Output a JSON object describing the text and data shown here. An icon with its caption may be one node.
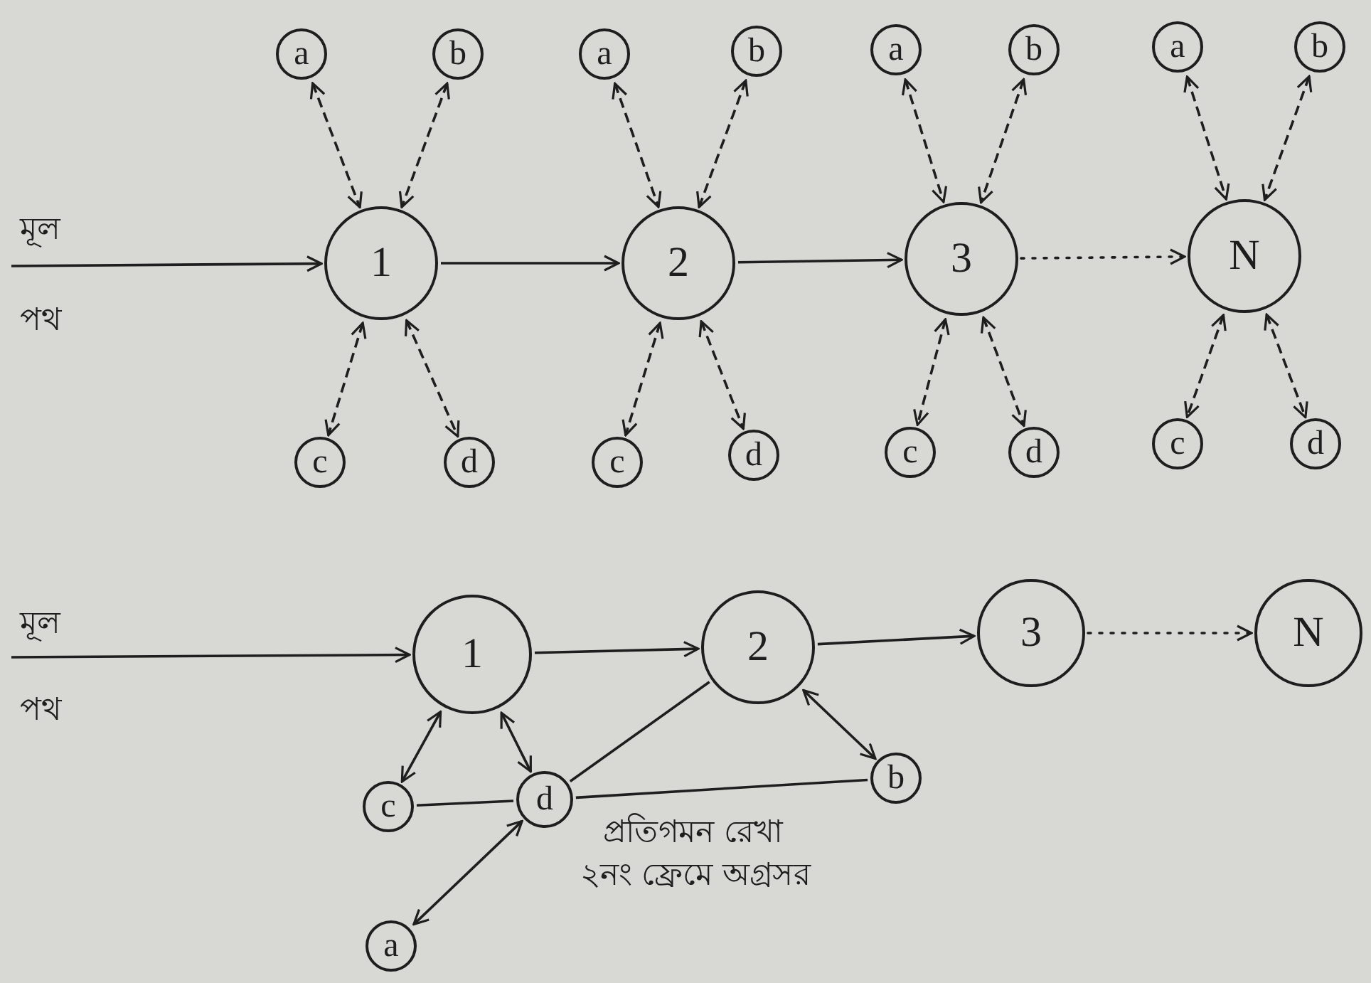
{
  "diagram": {
    "nodes": [
      {
        "text": [
          "a"
        ]
      },
      {
        "text": [
          "b"
        ]
      },
      {
        "text": [
          "a"
        ]
      },
      {
        "text": [
          "b"
        ]
      },
      {
        "text": [
          "a"
        ]
      },
      {
        "text": [
          "b"
        ]
      },
      {
        "text": [
          "a"
        ]
      },
      {
        "text": [
          "b"
        ]
      },
      {
        "text": [
          "1"
        ]
      },
      {
        "text": [
          "2"
        ]
      },
      {
        "text": [
          "3"
        ]
      },
      {
        "text": [
          "N"
        ]
      },
      {
        "text": [
          "c"
        ]
      },
      {
        "text": [
          "d"
        ]
      },
      {
        "text": [
          "c"
        ]
      },
      {
        "text": [
          "d"
        ]
      },
      {
        "text": [
          "c"
        ]
      },
      {
        "text": [
          "d"
        ]
      },
      {
        "text": [
          "c"
        ]
      },
      {
        "text": [
          "d"
        ]
      },
      {
        "text": [
          "1"
        ]
      },
      {
        "text": [
          "2"
        ]
      },
      {
        "text": [
          "3"
        ]
      },
      {
        "text": [
          "N"
        ]
      },
      {
        "text": [
          "c"
        ]
      },
      {
        "text": [
          "d"
        ]
      },
      {
        "text": [
          "b"
        ]
      },
      {
        "text": [
          "a"
        ]
      }
    ],
    "edges": [
      {
        "from": null,
        "to": 8,
        "arrow": "to"
      },
      {
        "from": 8,
        "to": 9,
        "arrow": "to"
      },
      {
        "from": 9,
        "to": 10,
        "arrow": "to"
      },
      {
        "from": 10,
        "to": 11,
        "arrow": "to",
        "style": "dashed"
      },
      {
        "from": 0,
        "to": 8,
        "arrow": "both",
        "style": "dashed"
      },
      {
        "from": 1,
        "to": 8,
        "arrow": "both",
        "style": "dashed"
      },
      {
        "from": 8,
        "to": 12,
        "arrow": "both",
        "style": "dashed"
      },
      {
        "from": 8,
        "to": 13,
        "arrow": "both",
        "style": "dashed"
      },
      {
        "from": 2,
        "to": 9,
        "arrow": "both",
        "style": "dashed"
      },
      {
        "from": 3,
        "to": 9,
        "arrow": "both",
        "style": "dashed"
      },
      {
        "from": 9,
        "to": 14,
        "arrow": "both",
        "style": "dashed"
      },
      {
        "from": 9,
        "to": 15,
        "arrow": "both",
        "style": "dashed"
      },
      {
        "from": 4,
        "to": 10,
        "arrow": "both",
        "style": "dashed"
      },
      {
        "from": 5,
        "to": 10,
        "arrow": "both",
        "style": "dashed"
      },
      {
        "from": 10,
        "to": 16,
        "arrow": "both",
        "style": "dashed"
      },
      {
        "from": 10,
        "to": 17,
        "arrow": "both",
        "style": "dashed"
      },
      {
        "from": 6,
        "to": 11,
        "arrow": "both",
        "style": "dashed"
      },
      {
        "from": 7,
        "to": 11,
        "arrow": "both",
        "style": "dashed"
      },
      {
        "from": 11,
        "to": 18,
        "arrow": "both",
        "style": "dashed"
      },
      {
        "from": 11,
        "to": 19,
        "arrow": "both",
        "style": "dashed"
      },
      {
        "from": null,
        "to": 20,
        "arrow": "to"
      },
      {
        "from": 20,
        "to": 21,
        "arrow": "to"
      },
      {
        "from": 21,
        "to": 22,
        "arrow": "to"
      },
      {
        "from": 22,
        "to": 23,
        "arrow": "to",
        "style": "dashed"
      },
      {
        "from": 20,
        "to": 24,
        "arrow": "both"
      },
      {
        "from": 20,
        "to": 25,
        "arrow": "both"
      },
      {
        "from": 24,
        "to": 25,
        "arrow": "none"
      },
      {
        "from": 27,
        "to": 25,
        "arrow": "both"
      },
      {
        "from": 25,
        "to": 21,
        "arrow": "none"
      },
      {
        "from": 21,
        "to": 26,
        "arrow": "both"
      },
      {
        "from": 25,
        "to": 26,
        "arrow": "none"
      }
    ],
    "labels": [
      "মূল",
      "পথ",
      "মূল",
      "পথ",
      "প্রতিগমন রেখা",
      "২নং ফ্রেমে অগ্রসর"
    ]
  }
}
